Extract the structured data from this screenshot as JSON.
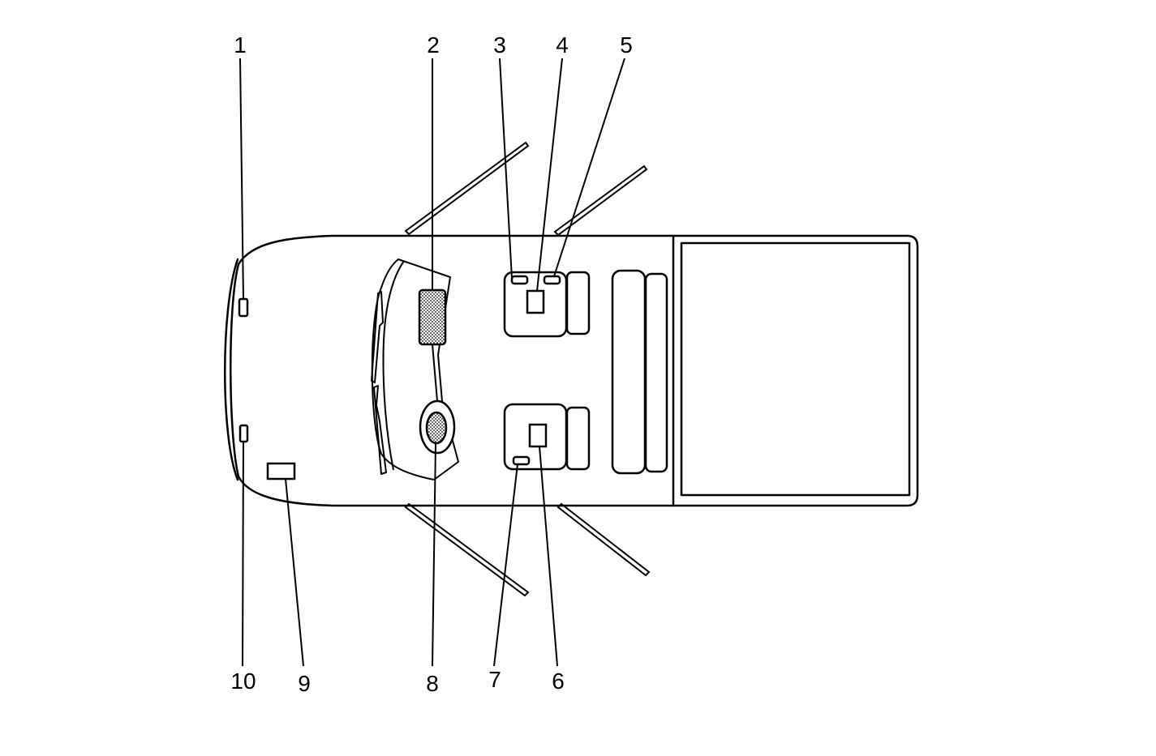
{
  "diagram": {
    "callouts": [
      {
        "id": "1",
        "label": "1"
      },
      {
        "id": "2",
        "label": "2"
      },
      {
        "id": "3",
        "label": "3"
      },
      {
        "id": "4",
        "label": "4"
      },
      {
        "id": "5",
        "label": "5"
      },
      {
        "id": "6",
        "label": "6"
      },
      {
        "id": "7",
        "label": "7"
      },
      {
        "id": "8",
        "label": "8"
      },
      {
        "id": "9",
        "label": "9"
      },
      {
        "id": "10",
        "label": "10"
      }
    ],
    "colors": {
      "line": "#000000",
      "background": "#ffffff",
      "stipple": "#808080"
    }
  }
}
